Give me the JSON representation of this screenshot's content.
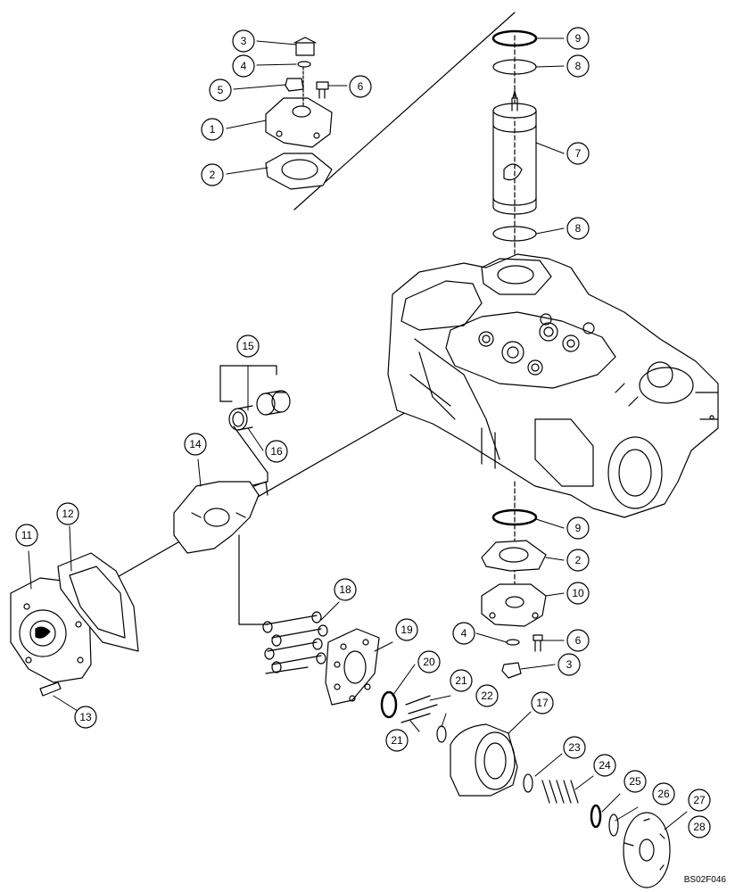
{
  "diagram": {
    "reference_code": "BS02F046",
    "callouts": [
      {
        "id": "c3a",
        "label": "3"
      },
      {
        "id": "c4a",
        "label": "4"
      },
      {
        "id": "c5",
        "label": "5"
      },
      {
        "id": "c6a",
        "label": "6"
      },
      {
        "id": "c1",
        "label": "1"
      },
      {
        "id": "c2a",
        "label": "2"
      },
      {
        "id": "c9a",
        "label": "9"
      },
      {
        "id": "c8a",
        "label": "8"
      },
      {
        "id": "c7",
        "label": "7"
      },
      {
        "id": "c8b",
        "label": "8"
      },
      {
        "id": "c15",
        "label": "15"
      },
      {
        "id": "c16",
        "label": "16"
      },
      {
        "id": "c14",
        "label": "14"
      },
      {
        "id": "c11",
        "label": "11"
      },
      {
        "id": "c12",
        "label": "12"
      },
      {
        "id": "c9b",
        "label": "9"
      },
      {
        "id": "c2b",
        "label": "2"
      },
      {
        "id": "c10",
        "label": "10"
      },
      {
        "id": "c4b",
        "label": "4"
      },
      {
        "id": "c6b",
        "label": "6"
      },
      {
        "id": "c3b",
        "label": "3"
      },
      {
        "id": "c18",
        "label": "18"
      },
      {
        "id": "c19",
        "label": "19"
      },
      {
        "id": "c20",
        "label": "20"
      },
      {
        "id": "c21a",
        "label": "21"
      },
      {
        "id": "c22",
        "label": "22"
      },
      {
        "id": "c21b",
        "label": "21"
      },
      {
        "id": "c17",
        "label": "17"
      },
      {
        "id": "c13",
        "label": "13"
      },
      {
        "id": "c23",
        "label": "23"
      },
      {
        "id": "c24",
        "label": "24"
      },
      {
        "id": "c25",
        "label": "25"
      },
      {
        "id": "c26",
        "label": "26"
      },
      {
        "id": "c27",
        "label": "27"
      },
      {
        "id": "c28",
        "label": "28"
      }
    ]
  }
}
